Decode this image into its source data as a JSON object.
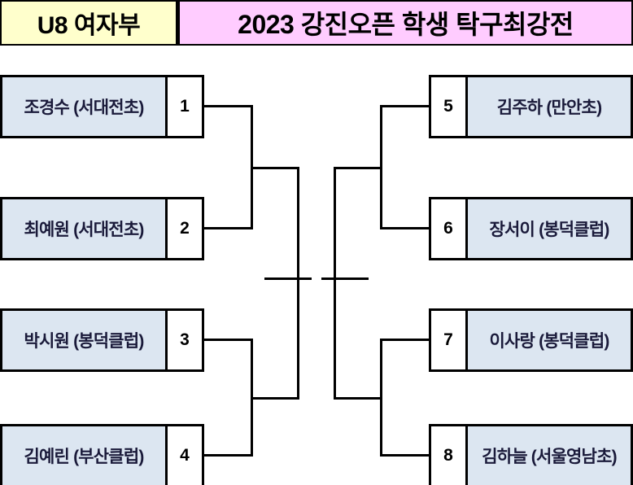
{
  "header": {
    "division_label": "U8 여자부",
    "tournament_title": "2023 강진오픈 학생 탁구최강전",
    "division_bg": "#FFFFCC",
    "title_bg": "#FFCCFF"
  },
  "colors": {
    "name_cell_bg": "#DCE6F1",
    "seed_cell_bg": "#FFFFFF",
    "line": "#000000",
    "text": "#000000"
  },
  "bracket": {
    "type": "single-elimination",
    "rounds": 3,
    "left_side": [
      {
        "seed": "1",
        "name": "조경수 (서대전초)"
      },
      {
        "seed": "2",
        "name": "최예원 (서대전초)"
      },
      {
        "seed": "3",
        "name": "박시원 (봉덕클럽)"
      },
      {
        "seed": "4",
        "name": "김예린 (부산클럽)"
      }
    ],
    "right_side": [
      {
        "seed": "5",
        "name": "김주하 (만안초)"
      },
      {
        "seed": "6",
        "name": "장서이 (봉덕클럽)"
      },
      {
        "seed": "7",
        "name": "이사랑 (봉덕클럽)"
      },
      {
        "seed": "8",
        "name": "김하늘 (서울영남초)"
      }
    ],
    "matchups": [
      {
        "round": 1,
        "side": "left",
        "pair": [
          "1",
          "2"
        ]
      },
      {
        "round": 1,
        "side": "left",
        "pair": [
          "3",
          "4"
        ]
      },
      {
        "round": 1,
        "side": "right",
        "pair": [
          "5",
          "6"
        ]
      },
      {
        "round": 1,
        "side": "right",
        "pair": [
          "7",
          "8"
        ]
      },
      {
        "round": 2,
        "side": "left",
        "pair": [
          "winner 1v2",
          "winner 3v4"
        ]
      },
      {
        "round": 2,
        "side": "right",
        "pair": [
          "winner 5v6",
          "winner 7v8"
        ]
      },
      {
        "round": 3,
        "side": "final",
        "pair": [
          "left finalist",
          "right finalist"
        ]
      }
    ]
  }
}
